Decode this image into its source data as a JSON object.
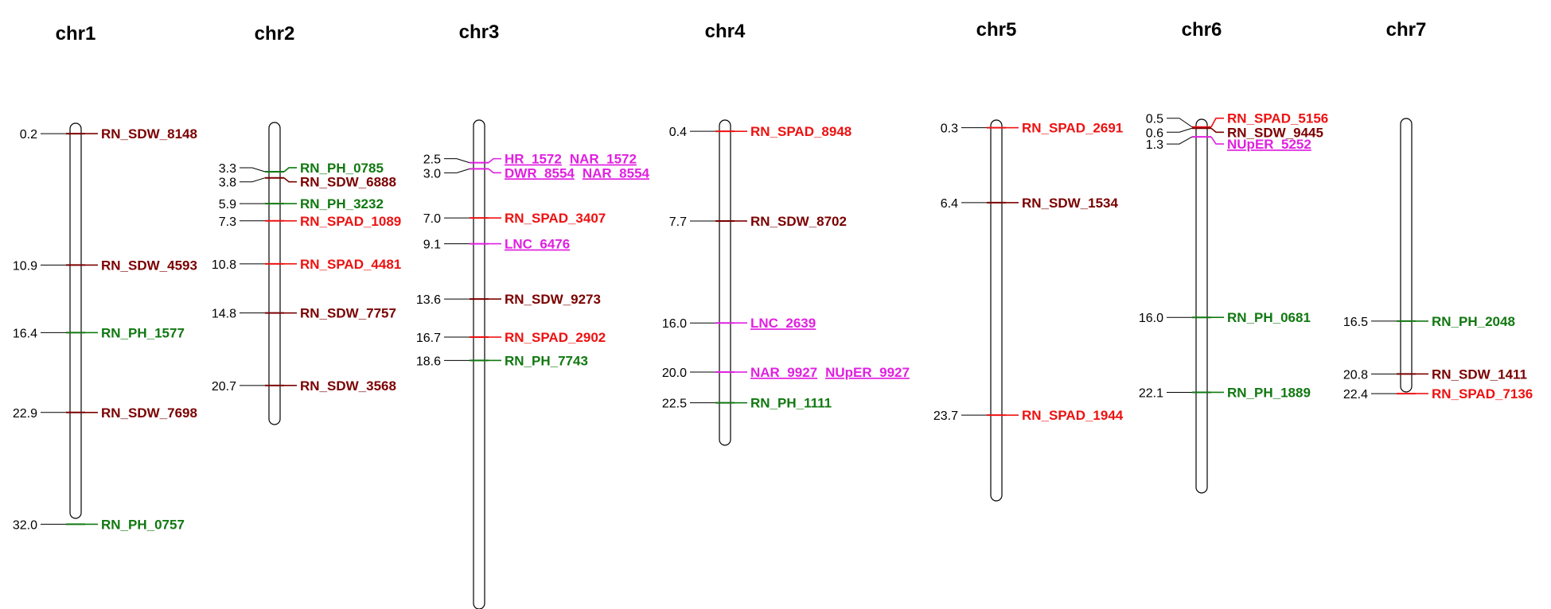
{
  "colors": {
    "SDW": "#7b0000",
    "SPAD": "#ee1111",
    "PH": "#107810",
    "MAG": "#e020e0",
    "tick": "#000000"
  },
  "chromosomes": [
    {
      "name": "chr1",
      "markers": [
        {
          "pos": "0.2",
          "label": "RN_SDW_8148",
          "color": "SDW"
        },
        {
          "pos": "10.9",
          "label": "RN_SDW_4593",
          "color": "SDW"
        },
        {
          "pos": "16.4",
          "label": "RN_PH_1577",
          "color": "PH"
        },
        {
          "pos": "22.9",
          "label": "RN_SDW_7698",
          "color": "SDW"
        },
        {
          "pos": "32.0",
          "label": "RN_PH_0757",
          "color": "PH"
        }
      ]
    },
    {
      "name": "chr2",
      "markers": [
        {
          "pos": "3.3",
          "label": "RN_PH_0785",
          "color": "PH"
        },
        {
          "pos": "3.8",
          "label": "RN_SDW_6888",
          "color": "SDW"
        },
        {
          "pos": "5.9",
          "label": "RN_PH_3232",
          "color": "PH"
        },
        {
          "pos": "7.3",
          "label": "RN_SPAD_1089",
          "color": "SPAD"
        },
        {
          "pos": "10.8",
          "label": "RN_SPAD_4481",
          "color": "SPAD"
        },
        {
          "pos": "14.8",
          "label": "RN_SDW_7757",
          "color": "SDW"
        },
        {
          "pos": "20.7",
          "label": "RN_SDW_3568",
          "color": "SDW"
        }
      ]
    },
    {
      "name": "chr3",
      "markers": [
        {
          "pos": "2.5",
          "labels": [
            "HR_1572",
            "NAR_1572"
          ],
          "color": "MAG",
          "underline": true
        },
        {
          "pos": "3.0",
          "labels": [
            "DWR_8554",
            "NAR_8554"
          ],
          "color": "MAG",
          "underline": true
        },
        {
          "pos": "7.0",
          "label": "RN_SPAD_3407",
          "color": "SPAD"
        },
        {
          "pos": "9.1",
          "label": "LNC_6476",
          "color": "MAG",
          "underline": true
        },
        {
          "pos": "13.6",
          "label": "RN_SDW_9273",
          "color": "SDW"
        },
        {
          "pos": "16.7",
          "label": "RN_SPAD_2902",
          "color": "SPAD"
        },
        {
          "pos": "18.6",
          "label": "RN_PH_7743",
          "color": "PH"
        }
      ]
    },
    {
      "name": "chr4",
      "markers": [
        {
          "pos": "0.4",
          "label": "RN_SPAD_8948",
          "color": "SPAD"
        },
        {
          "pos": "7.7",
          "label": "RN_SDW_8702",
          "color": "SDW"
        },
        {
          "pos": "16.0",
          "label": "LNC_2639",
          "color": "MAG",
          "underline": true
        },
        {
          "pos": "20.0",
          "labels": [
            "NAR_9927",
            "NUpER_9927"
          ],
          "color": "MAG",
          "underline": true
        },
        {
          "pos": "22.5",
          "label": "RN_PH_1111",
          "color": "PH"
        }
      ]
    },
    {
      "name": "chr5",
      "markers": [
        {
          "pos": "0.3",
          "label": "RN_SPAD_2691",
          "color": "SPAD"
        },
        {
          "pos": "6.4",
          "label": "RN_SDW_1534",
          "color": "SDW"
        },
        {
          "pos": "23.7",
          "label": "RN_SPAD_1944",
          "color": "SPAD"
        }
      ]
    },
    {
      "name": "chr6",
      "markers": [
        {
          "pos": "0.5",
          "label": "RN_SPAD_5156",
          "color": "SPAD"
        },
        {
          "pos": "0.6",
          "label": "RN_SDW_9445",
          "color": "SDW"
        },
        {
          "pos": "1.3",
          "label": "NUpER_5252",
          "color": "MAG",
          "underline": true
        },
        {
          "pos": "16.0",
          "label": "RN_PH_0681",
          "color": "PH"
        },
        {
          "pos": "22.1",
          "label": "RN_PH_1889",
          "color": "PH"
        }
      ]
    },
    {
      "name": "chr7",
      "markers": [
        {
          "pos": "16.5",
          "label": "RN_PH_2048",
          "color": "PH"
        },
        {
          "pos": "20.8",
          "label": "RN_SDW_1411",
          "color": "SDW"
        },
        {
          "pos": "22.4",
          "label": "RN_SPAD_7136",
          "color": "SPAD"
        }
      ]
    }
  ]
}
